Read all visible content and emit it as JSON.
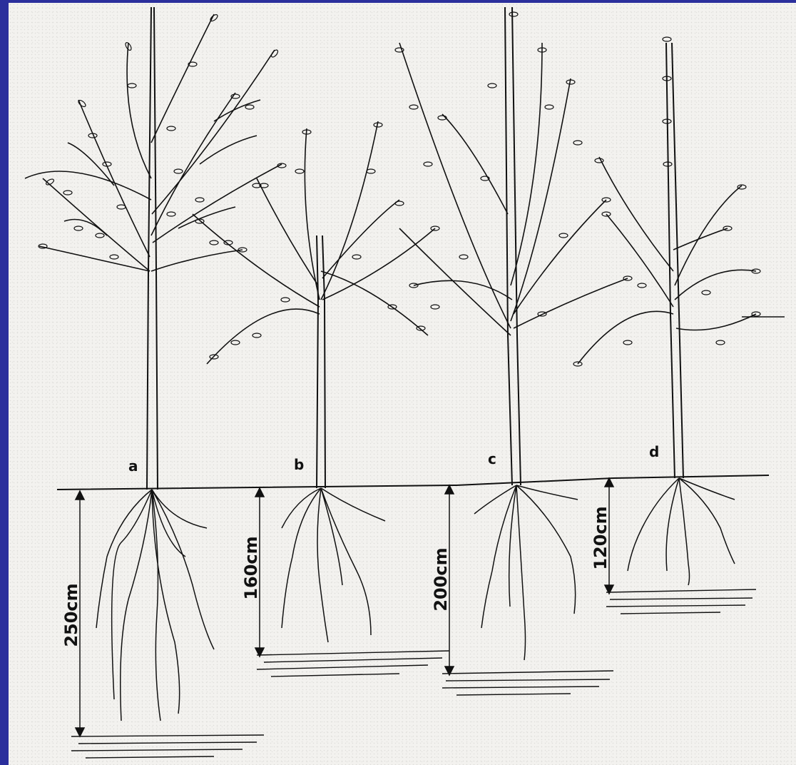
{
  "trees": [
    {
      "letter": "a",
      "depth_label": "250cm",
      "depth_cm": 250
    },
    {
      "letter": "b",
      "depth_label": "160cm",
      "depth_cm": 160
    },
    {
      "letter": "c",
      "depth_label": "200cm",
      "depth_cm": 200
    },
    {
      "letter": "d",
      "depth_label": "120cm",
      "depth_cm": 120
    }
  ],
  "colors": {
    "frame": "#2b2f9c",
    "paper": "#f3f2ef",
    "ink": "#111111"
  }
}
